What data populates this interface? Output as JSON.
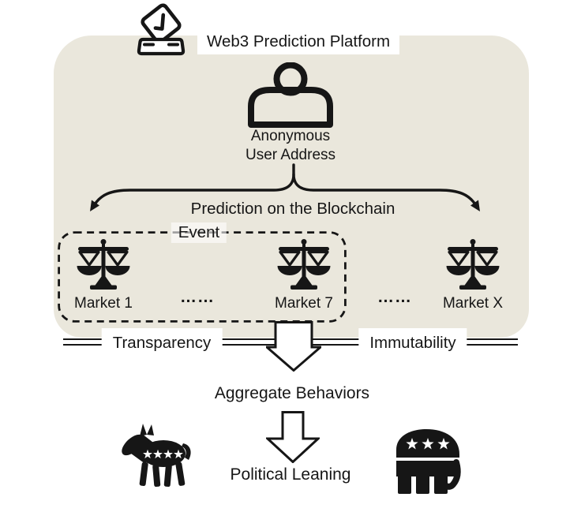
{
  "figure": {
    "title": "Web3 Prediction Platform",
    "user": {
      "line1": "Anonymous",
      "line2": "User Address"
    },
    "branch": {
      "line1": "Prediction on the Blockchain",
      "line2": "Event"
    },
    "markets": [
      {
        "label": "Market 1"
      },
      {
        "label": "Market 7"
      },
      {
        "label": "Market X"
      }
    ],
    "ellipsis": "……",
    "properties": {
      "left": "Transparency",
      "right": "Immutability"
    },
    "aggregate": "Aggregate Behaviors",
    "outcome": "Political Leaning"
  },
  "icons": {
    "ballot_box": "ballot-box-icon",
    "anonymous_user": "anonymous-user-icon",
    "market": "balance-scale-icon",
    "flow_arrow": "down-arrow-icon",
    "democrat": "democrat-donkey-icon",
    "republican": "republican-elephant-icon"
  },
  "colors": {
    "page_bg": "#ffffff",
    "panel_bg": "#eae7dc",
    "ink": "#161616"
  }
}
